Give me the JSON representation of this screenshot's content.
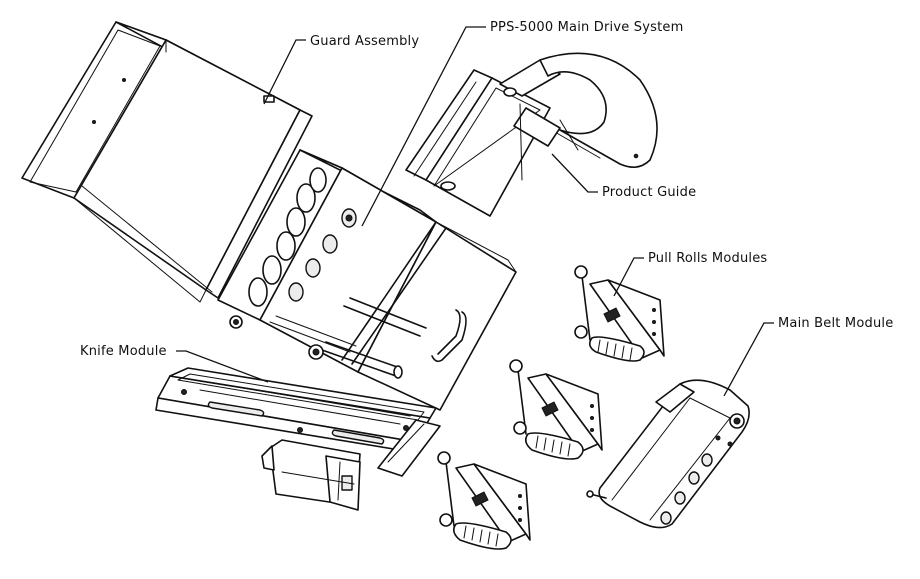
{
  "diagram": {
    "labels": {
      "guard_assembly": "Guard Assembly",
      "main_drive": "PPS-5000 Main Drive System",
      "product_guide": "Product Guide",
      "pull_rolls": "Pull Rolls Modules",
      "main_belt": "Main Belt Module",
      "knife_module": "Knife Module"
    }
  }
}
